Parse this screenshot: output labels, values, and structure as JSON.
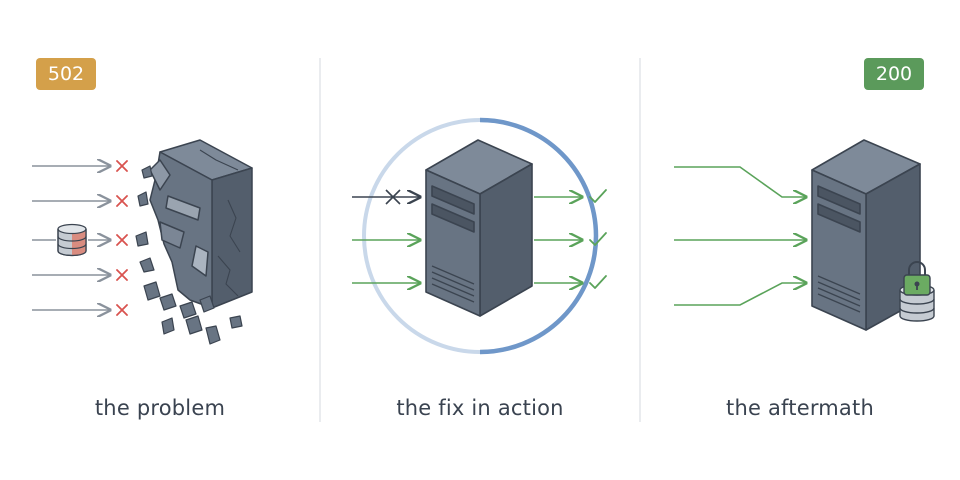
{
  "panels": [
    {
      "status_code": "502",
      "caption": "the problem"
    },
    {
      "caption": "the fix in action"
    },
    {
      "status_code": "200",
      "caption": "the aftermath"
    }
  ],
  "colors": {
    "error_badge": "#d4a04a",
    "ok_badge": "#5b9a5b",
    "server_body": "#687483",
    "server_top": "#7e8a99",
    "server_side": "#535e6c",
    "outline": "#3b4450",
    "arrow_gray": "#8a929c",
    "arrow_green": "#5aa35a",
    "cross_red": "#d9534f",
    "ring_blue": "#6f97c9",
    "ring_light": "#c9d8ea",
    "divider": "#e3e6ea",
    "db_red": "#d98c80",
    "db_gray": "#c5cbd2",
    "lock_green": "#6bab62"
  },
  "icons": [
    "database-icon",
    "cross-icon",
    "check-icon",
    "padlock-icon",
    "server-icon"
  ]
}
